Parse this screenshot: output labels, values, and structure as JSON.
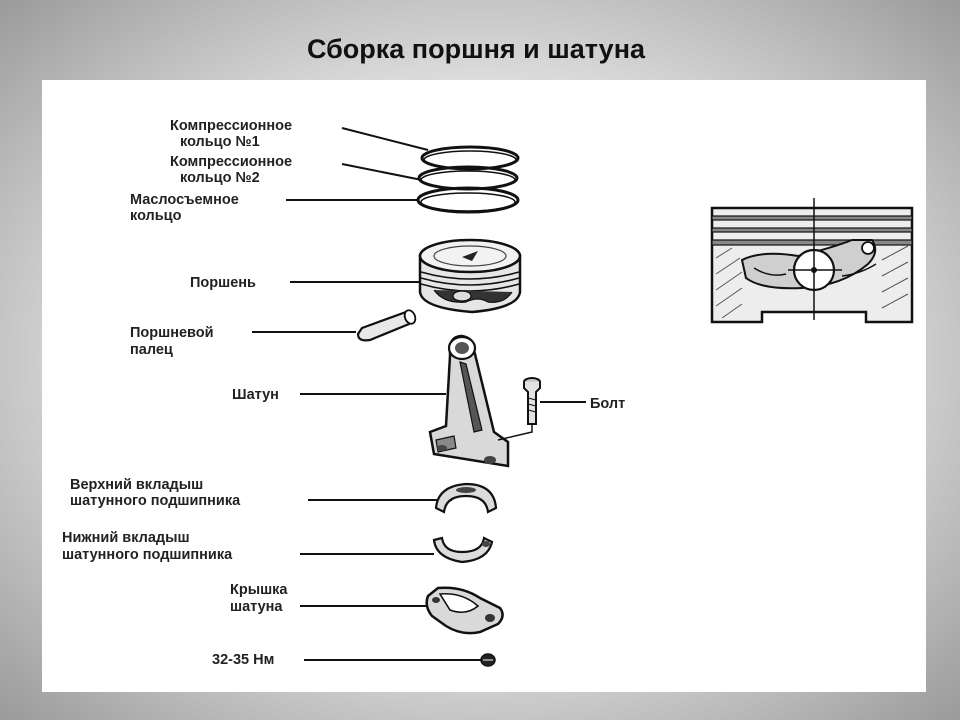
{
  "title": "Сборка поршня и шатуна",
  "labels": {
    "ring1_line1": "Компрессионное",
    "ring1_line2": "кольцо №1",
    "ring2_line1": "Компрессионное",
    "ring2_line2": "кольцо №2",
    "oil_ring_line1": "Маслосъемное",
    "oil_ring_line2": "кольцо",
    "piston": "Поршень",
    "pin_line1": "Поршневой",
    "pin_line2": "палец",
    "rod": "Шатун",
    "bolt": "Болт",
    "upper_bearing_line1": "Верхний вкладыш",
    "upper_bearing_line2": "шатунного подшипника",
    "lower_bearing_line1": "Нижний вкладыш",
    "lower_bearing_line2": "шатунного подшипника",
    "cap_line1": "Крышка",
    "cap_line2": "шатуна",
    "torque": "32-35 Нм"
  }
}
